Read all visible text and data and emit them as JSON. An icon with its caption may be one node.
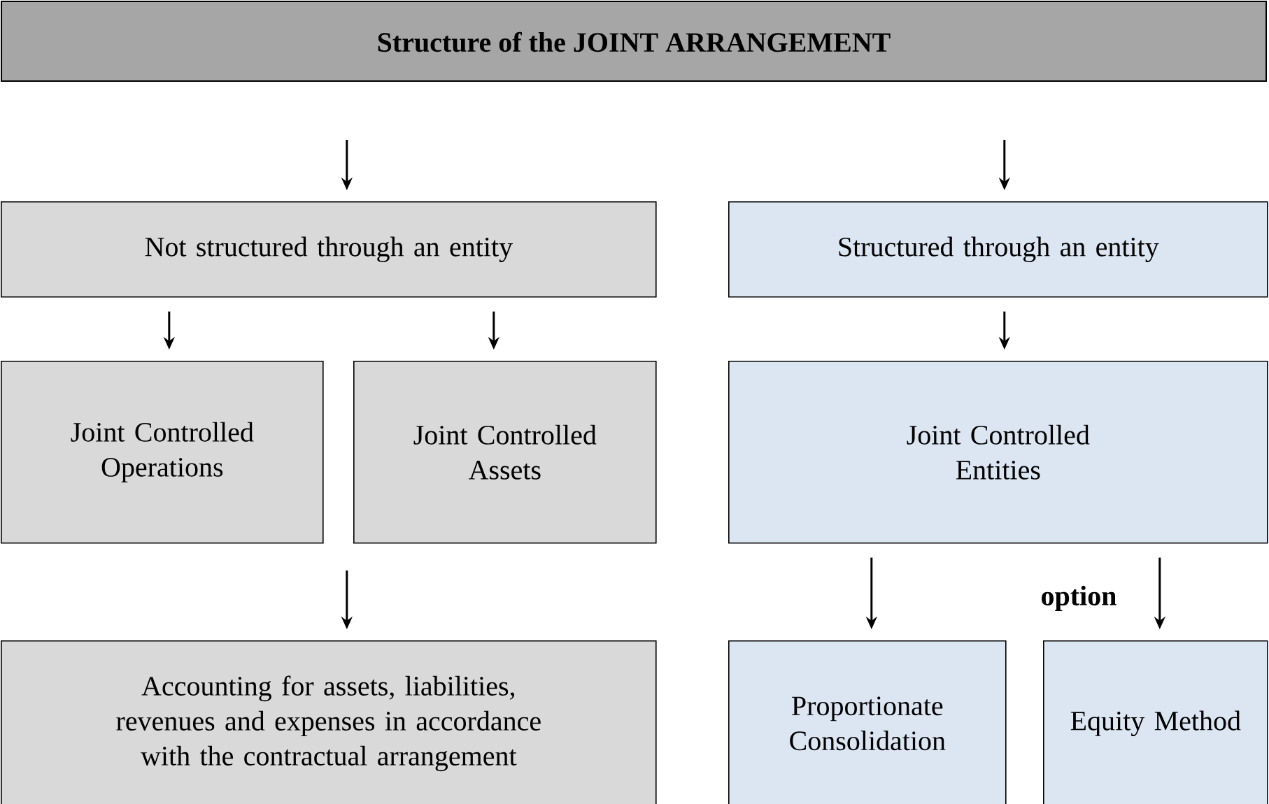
{
  "diagram": {
    "title": "Structure of the JOINT ARRANGEMENT",
    "nodes": [
      {
        "text": [
          "Not structured through an entity"
        ]
      },
      {
        "text": [
          "Structured through an entity"
        ]
      },
      {
        "text": [
          "Joint Controlled Operations"
        ]
      },
      {
        "text": [
          "Joint Controlled Assets"
        ]
      },
      {
        "text": [
          "Joint Controlled Entities"
        ]
      },
      {
        "text": [
          "Accounting for assets, liabilities, revenues and expenses in accordance with the contractual arrangement"
        ]
      },
      {
        "text": [
          "Proportionate Consolidation"
        ]
      },
      {
        "text": [
          "Equity Method"
        ]
      }
    ],
    "edges": [
      {
        "from": null,
        "to": 0,
        "arrow": "to"
      },
      {
        "from": null,
        "to": 1,
        "arrow": "to"
      },
      {
        "from": 0,
        "to": 2,
        "arrow": "to"
      },
      {
        "from": 0,
        "to": 3,
        "arrow": "to"
      },
      {
        "from": 1,
        "to": 4,
        "arrow": "to"
      },
      {
        "from": null,
        "to": 5,
        "arrow": "to"
      },
      {
        "from": 4,
        "to": 6,
        "arrow": "to"
      },
      {
        "from": 4,
        "to": 7,
        "arrow": "to"
      }
    ],
    "labels": [
      "option"
    ]
  }
}
